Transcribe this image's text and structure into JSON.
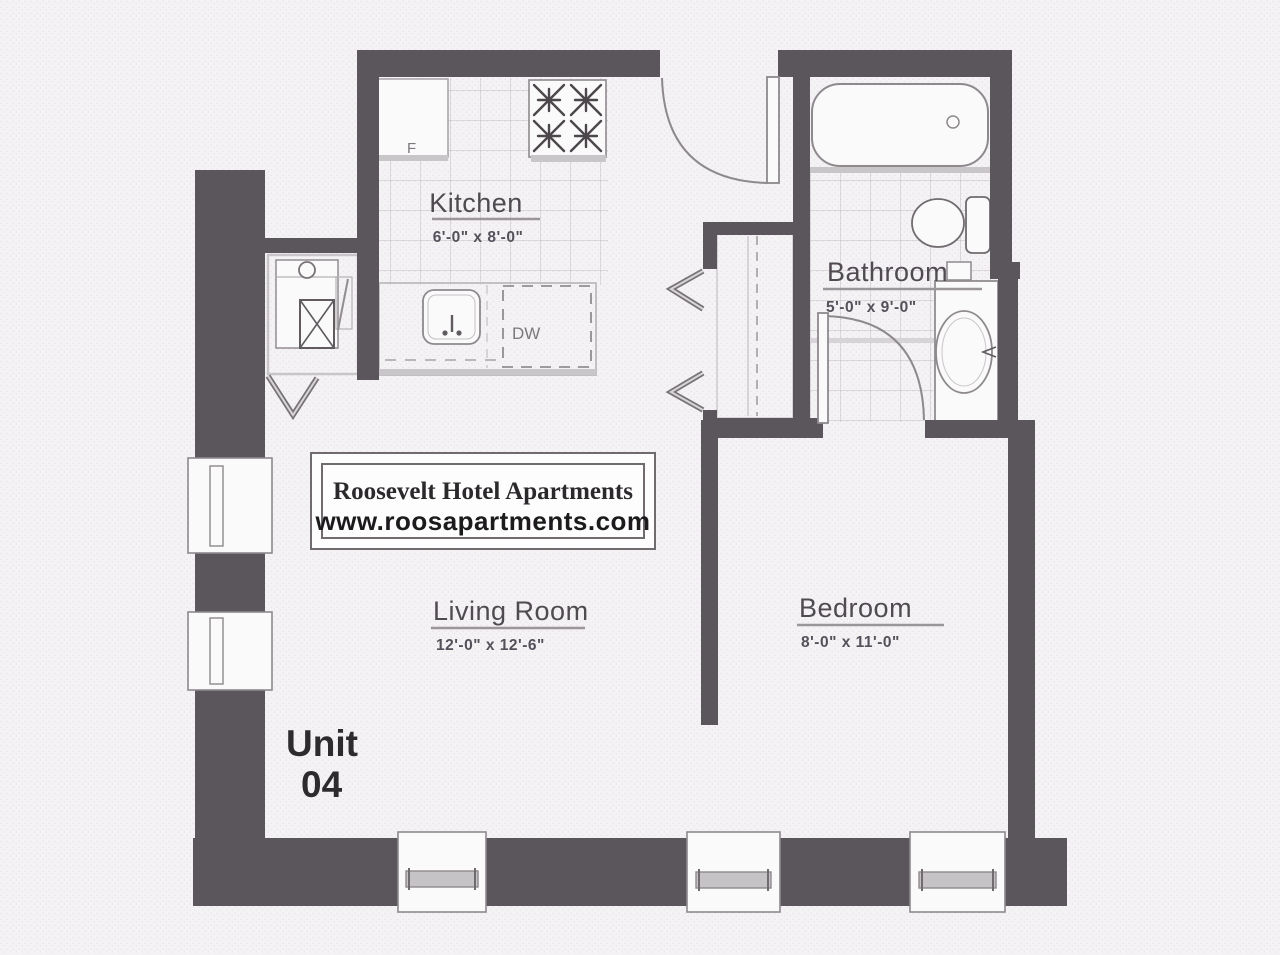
{
  "plan": {
    "title": "Unit 04 floor plan",
    "sign": {
      "line1": "Roosevelt Hotel Apartments",
      "line2": "www.roosapartments.com"
    },
    "unit": {
      "line1": "Unit",
      "line2": "04"
    },
    "rooms": {
      "kitchen": {
        "name": "Kitchen",
        "dimensions": "6'-0\" x 8'-0\""
      },
      "bathroom": {
        "name": "Bathroom",
        "dimensions": "5'-0\" x 9'-0\""
      },
      "living_room": {
        "name": "Living Room",
        "dimensions": "12'-0\" x 12'-6\""
      },
      "bedroom": {
        "name": "Bedroom",
        "dimensions": "8'-0\" x 11'-0\""
      }
    },
    "appliances": {
      "refrigerator_label": "F",
      "dishwasher_label": "DW"
    },
    "colors": {
      "wall": "#5b565b",
      "background": "#f4f2f4",
      "line": "#8d898d",
      "light_line": "#c9c6c9",
      "room_text": "#4f4b51",
      "dark_text": "#2e2b2e"
    }
  }
}
